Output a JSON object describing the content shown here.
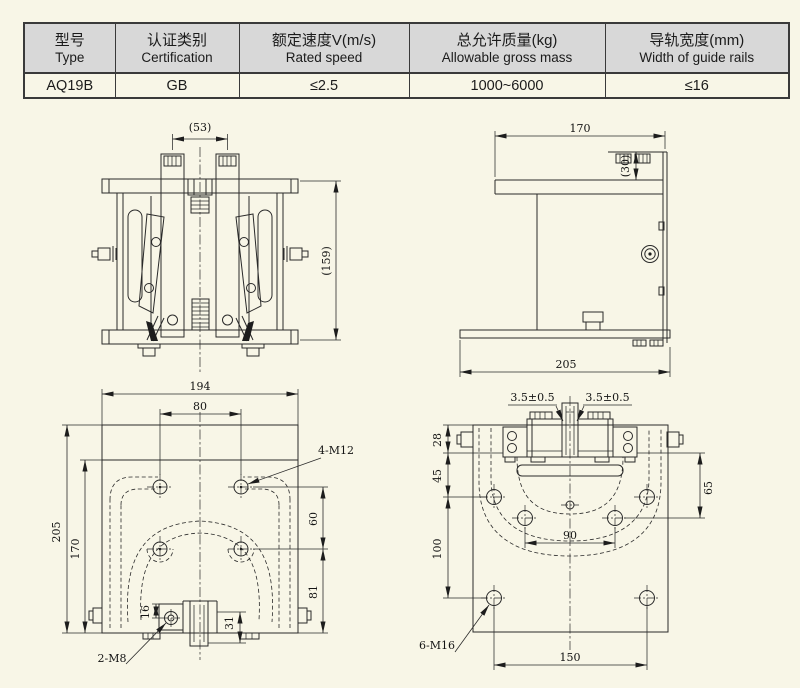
{
  "colors": {
    "background": "#f8f6e7",
    "table_header_bg": "#d8d8d8",
    "line_color": "#2a2a2a"
  },
  "table": {
    "columns": [
      {
        "zh": "型号",
        "en": "Type"
      },
      {
        "zh": "认证类别",
        "en": "Certification"
      },
      {
        "zh": "额定速度V(m/s)",
        "en": "Rated speed"
      },
      {
        "zh": "总允许质量(kg)",
        "en": "Allowable gross mass"
      },
      {
        "zh": "导轨宽度(mm)",
        "en": "Width of guide rails"
      }
    ],
    "row": [
      "AQ19B",
      "GB",
      "≤2.5",
      "1000~6000",
      "≤16"
    ]
  },
  "front_view": {
    "dim_53": "(53)",
    "dim_159": "(159)"
  },
  "side_view": {
    "dim_170": "170",
    "dim_30": "(30)",
    "dim_205": "205"
  },
  "plan_view": {
    "dim_194": "194",
    "dim_80": "80",
    "dim_205": "205",
    "dim_170": "170",
    "dim_60": "60",
    "dim_81": "81",
    "dim_16": "16",
    "dim_31": "31",
    "label_4m12": "4-M12",
    "label_2m8": "2-M8"
  },
  "base_view": {
    "dim_gap_l": "3.5±0.5",
    "dim_gap_r": "3.5±0.5",
    "dim_28": "28",
    "dim_45": "45",
    "dim_100": "100",
    "dim_65": "65",
    "dim_90": "90",
    "dim_150": "150",
    "label_6m16": "6-M16"
  }
}
